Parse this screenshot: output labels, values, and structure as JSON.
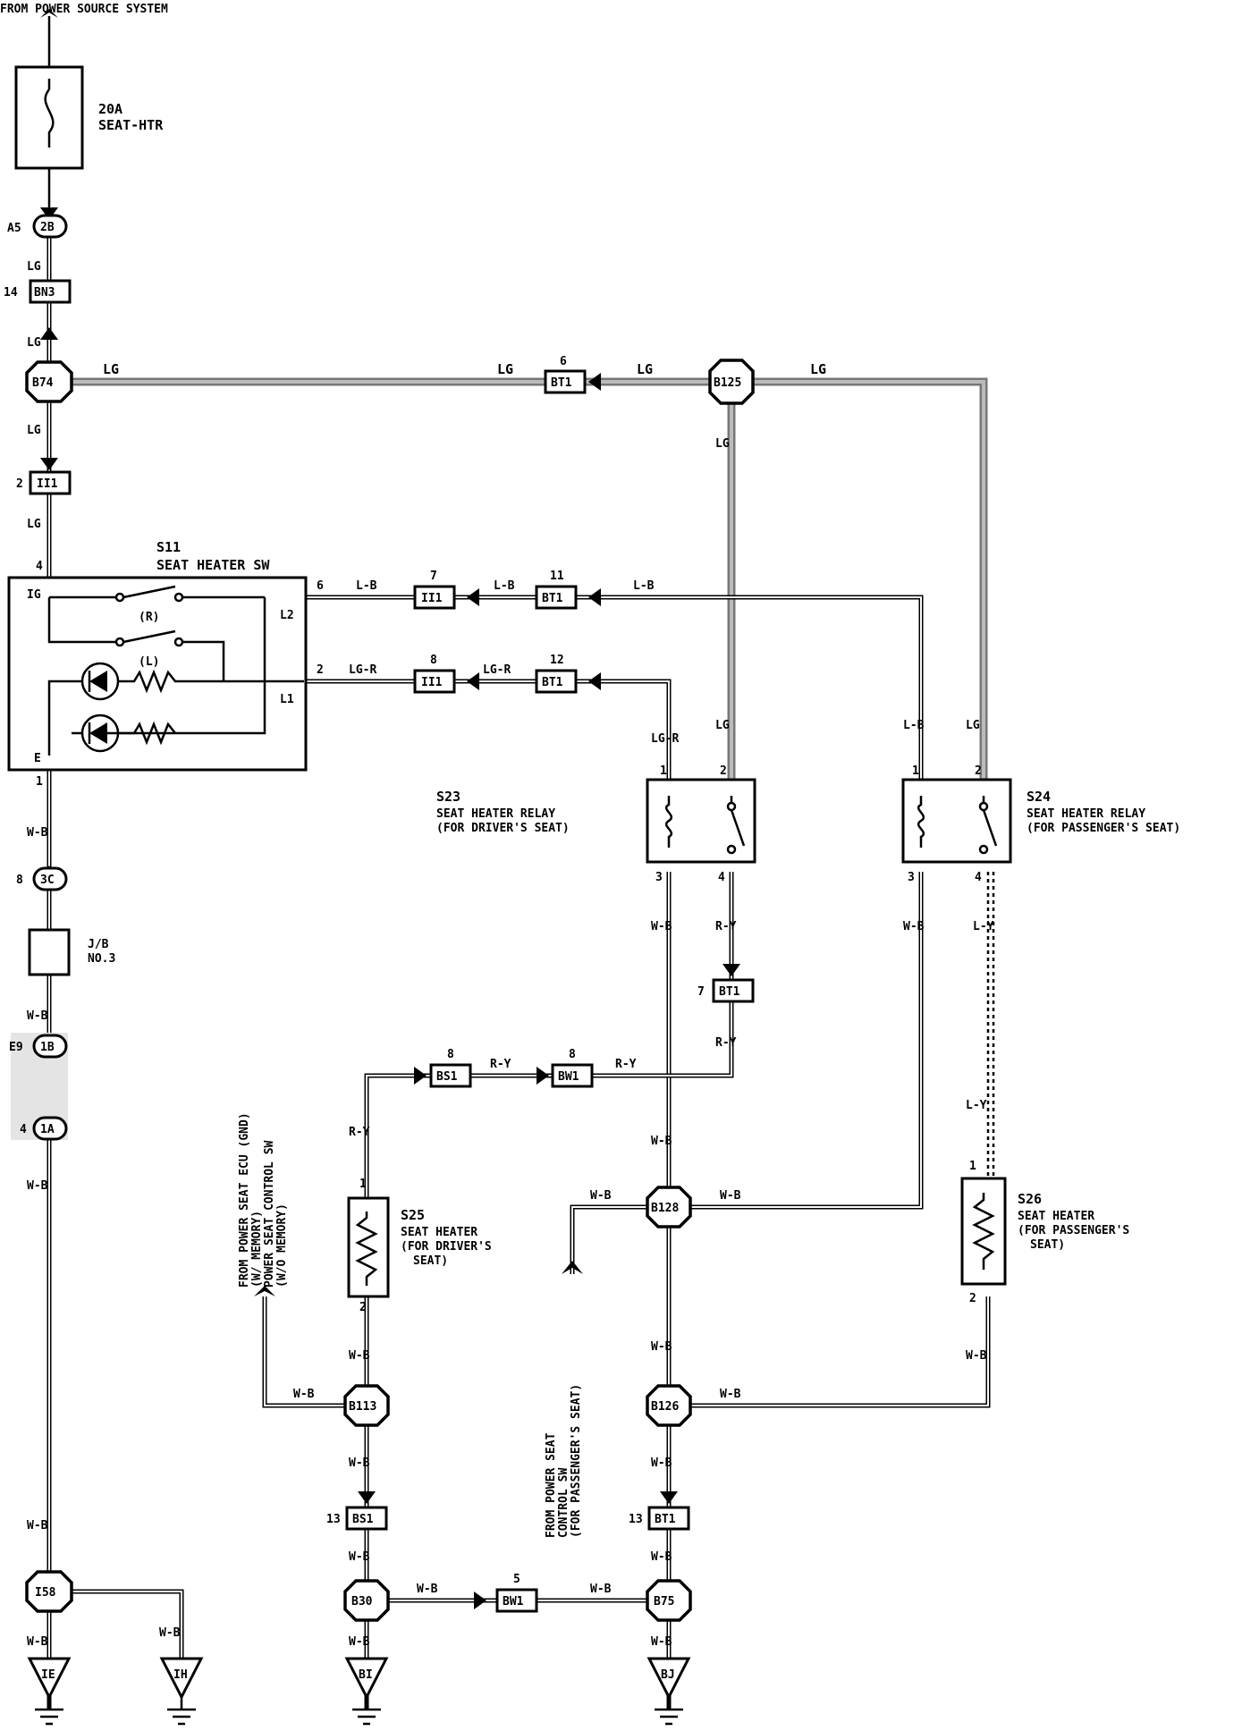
{
  "header": {
    "source_label": "FROM POWER SOURCE SYSTEM"
  },
  "fuse": {
    "rating": "20A",
    "name": "SEAT-HTR"
  },
  "wire_colors": {
    "lg": "LG",
    "wb": "W-B",
    "lb": "L-B",
    "lgr": "LG-R",
    "ry": "R-Y",
    "ly": "L-Y"
  },
  "junctions": {
    "b74": "B74",
    "b125": "B125",
    "b128": "B128",
    "b113": "B113",
    "b126": "B126",
    "b30": "B30",
    "b75": "B75",
    "i58": "I58"
  },
  "connectors": {
    "c2b": "2B",
    "bn3": "BN3",
    "ii1": "II1",
    "bt1": "BT1",
    "c3c": "3C",
    "c1b": "1B",
    "c1a": "1A",
    "bs1": "BS1",
    "bw1": "BW1"
  },
  "pins": {
    "a5": "A5",
    "p14": "14",
    "p2": "2",
    "p4": "4",
    "p6": "6",
    "p7": "7",
    "p11": "11",
    "p8": "8",
    "p12": "12",
    "p1": "1",
    "p3": "3",
    "e9": "E9",
    "p5": "5",
    "p13": "13"
  },
  "switch": {
    "code": "S11",
    "name": "SEAT HEATER SW",
    "terminals": {
      "ig": "IG",
      "e": "E",
      "l1": "L1",
      "l2": "L2"
    },
    "indicators": {
      "r": "(R)",
      "l": "(L)"
    }
  },
  "relay_driver": {
    "code": "S23",
    "name": "SEAT HEATER RELAY",
    "detail": "(FOR DRIVER'S SEAT)"
  },
  "relay_passenger": {
    "code": "S24",
    "name": "SEAT HEATER RELAY",
    "detail": "(FOR PASSENGER'S SEAT)"
  },
  "heater_driver": {
    "code": "S25",
    "name": "SEAT HEATER",
    "detail_1": "(FOR DRIVER'S",
    "detail_2": "SEAT)"
  },
  "heater_passenger": {
    "code": "S26",
    "name": "SEAT HEATER",
    "detail_1": "(FOR PASSENGER'S",
    "detail_2": "SEAT)"
  },
  "junction_block": {
    "name": "J/B",
    "number": "NO.3"
  },
  "notes": {
    "ecu_1": "FROM POWER SEAT ECU (GND)",
    "ecu_2": "(W/ MEMORY)",
    "ecu_3": "POWER SEAT CONTROL SW",
    "ecu_4": "(W/O MEMORY)",
    "pass_1": "FROM POWER SEAT",
    "pass_2": "CONTROL SW",
    "pass_3": "(FOR PASSENGER'S SEAT)"
  },
  "grounds": {
    "ie": "IE",
    "ih": "IH",
    "bi": "BI",
    "bj": "BJ"
  }
}
